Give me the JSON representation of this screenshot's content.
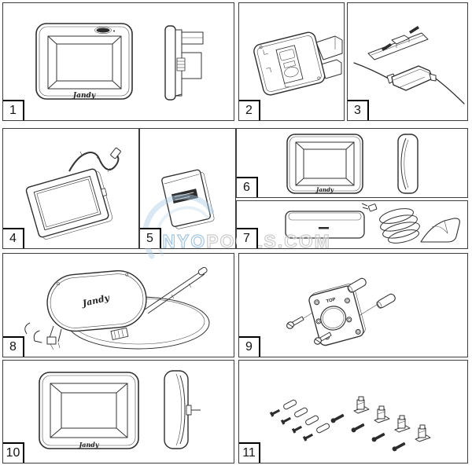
{
  "diagram": {
    "title": "parts-diagram",
    "watermark": {
      "part1": "INYO",
      "part2": "POOLS",
      "part3": ".COM",
      "blue": "#a5c7e0",
      "gray": "#cccccc"
    },
    "labels": {
      "brand": "Jandy",
      "plate_top": "TOP"
    },
    "cells": [
      {
        "number": "1",
        "name": "touchscreen-control-front-and-side"
      },
      {
        "number": "2",
        "name": "mounting-bracket"
      },
      {
        "number": "3",
        "name": "pcb-and-power-adapter"
      },
      {
        "number": "4",
        "name": "display-panel-with-cable"
      },
      {
        "number": "5",
        "name": "memory-card"
      },
      {
        "number": "6",
        "name": "handheld-remote-front-and-side"
      },
      {
        "number": "7",
        "name": "charging-cradle-and-cord"
      },
      {
        "number": "8",
        "name": "antenna-assembly"
      },
      {
        "number": "9",
        "name": "mounting-plate-with-screws"
      },
      {
        "number": "10",
        "name": "wall-controller-front-and-side"
      },
      {
        "number": "11",
        "name": "screws-anchors-and-clips-kit"
      }
    ]
  }
}
